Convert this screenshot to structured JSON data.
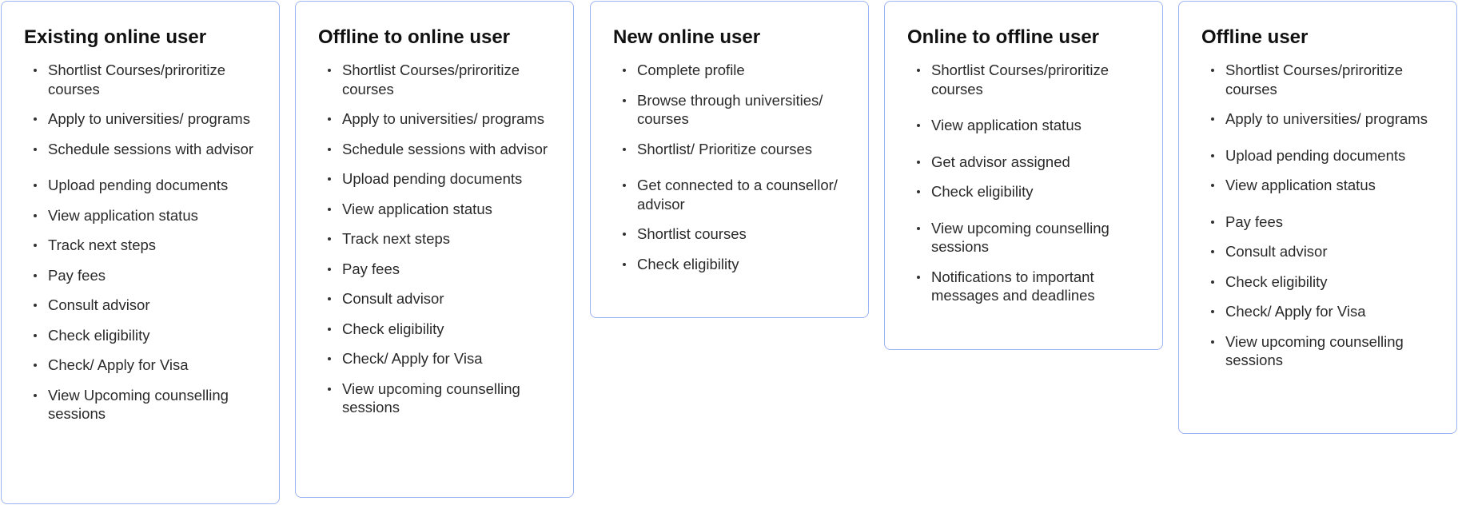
{
  "cards": [
    {
      "title": "Existing online user",
      "items": [
        "Shortlist Courses/priroritize courses",
        "Apply to  universities/ programs",
        "Schedule sessions with  advisor",
        "Upload pending documents",
        "View application status",
        "Track next steps",
        "Pay fees",
        "Consult advisor",
        "Check eligibility",
        "Check/ Apply for Visa",
        "View Upcoming counselling sessions"
      ]
    },
    {
      "title": "Offline to online user",
      "items": [
        "Shortlist Courses/priroritize courses",
        "Apply to  universities/ programs",
        "Schedule sessions with advisor",
        "Upload pending documents",
        "View application status",
        "Track next steps",
        "Pay fees",
        "Consult advisor",
        "Check eligibility",
        "Check/ Apply for Visa",
        "View upcoming counselling sessions"
      ]
    },
    {
      "title": "New online user",
      "items": [
        "Complete profile",
        "Browse through universities/ courses",
        "Shortlist/ Prioritize courses",
        "Get connected to a counsellor/ advisor",
        "Shortlist courses",
        "Check eligibility"
      ]
    },
    {
      "title": "Online to offline user",
      "items": [
        "Shortlist Courses/priroritize courses",
        "View application status",
        "Get advisor assigned",
        "Check eligibility",
        "View upcoming counselling sessions",
        "Notifications to important messages and deadlines"
      ]
    },
    {
      "title": "Offline user",
      "items": [
        "Shortlist Courses/priroritize courses",
        "Apply to  universities/ programs",
        "Upload pending documents",
        "View application status",
        "Pay fees",
        "Consult advisor",
        "Check eligibility",
        "Check/ Apply for Visa",
        "View upcoming counselling sessions"
      ]
    }
  ],
  "colors": {
    "card_border": "#9db3f2",
    "text": "#2a2a2a",
    "title": "#111111"
  }
}
